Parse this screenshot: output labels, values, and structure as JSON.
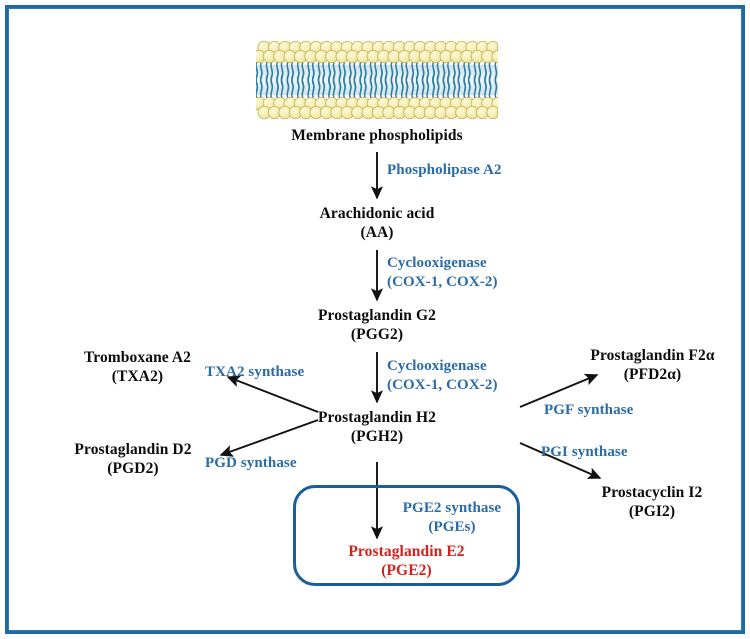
{
  "figure": {
    "kind": "biochemical-pathway-diagram",
    "frame_color": "#1d6ba6",
    "enzyme_color": "#2a6ba8",
    "node_color": "#0d0d0d",
    "highlight_color": "#d4211c",
    "highlight_box_color": "#1b5e9e"
  },
  "membrane": {
    "label": "Membrane phospholipids",
    "head_color": "#f5eeb0",
    "head_stroke": "#c8b560",
    "tail_color": "#2f7f9e",
    "core_color": "#dbe9f2"
  },
  "nodes": {
    "arachidonic_acid": {
      "line1": "Arachidonic acid",
      "line2": "(AA)"
    },
    "pgg2": {
      "line1": "Prostaglandin G2",
      "line2": "(PGG2)"
    },
    "pgh2": {
      "line1": "Prostaglandin H2",
      "line2": "(PGH2)"
    },
    "txa2": {
      "line1": "Tromboxane A2",
      "line2": "(TXA2)"
    },
    "pgd2": {
      "line1": "Prostaglandin D2",
      "line2": "(PGD2)"
    },
    "pgf2a": {
      "line1": "Prostaglandin F2α",
      "line2": "(PFD2α)"
    },
    "pgi2": {
      "line1": "Prostacyclin I2",
      "line2": "(PGI2)"
    },
    "pge2": {
      "line1": "Prostaglandin E2",
      "line2": "(PGE2)"
    }
  },
  "enzymes": {
    "pla2": {
      "line1": "Phospholipase A2",
      "line2": ""
    },
    "cox_upper": {
      "line1": "Cyclooxigenase",
      "line2": "(COX-1, COX-2)"
    },
    "cox_lower": {
      "line1": "Cyclooxigenase",
      "line2": "(COX-1, COX-2)"
    },
    "txa2_synthase": {
      "line1": "TXA2 synthase",
      "line2": ""
    },
    "pgd_synthase": {
      "line1": "PGD synthase",
      "line2": ""
    },
    "pgf_synthase": {
      "line1": "PGF synthase",
      "line2": ""
    },
    "pgi_synthase": {
      "line1": "PGI synthase",
      "line2": ""
    },
    "pge2_synthase": {
      "line1": "PGE2 synthase",
      "line2": "(PGEs)"
    }
  }
}
